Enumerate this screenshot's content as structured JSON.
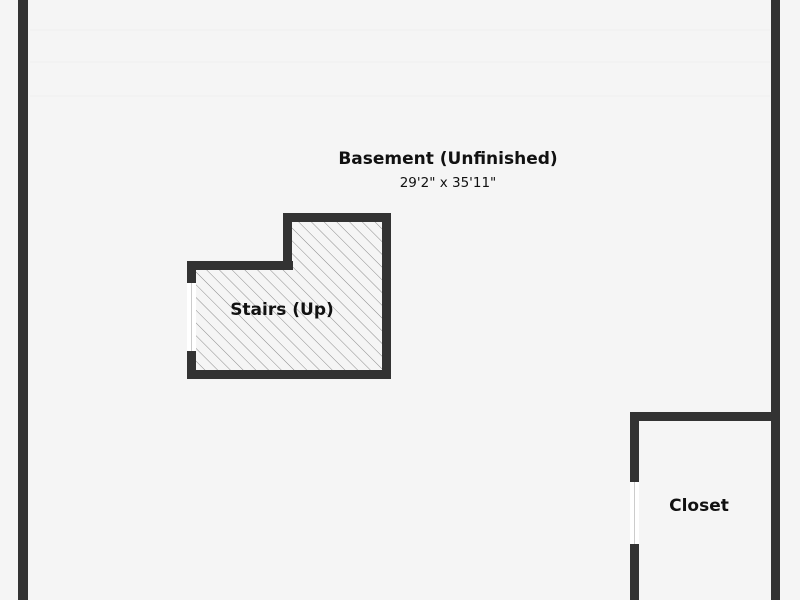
{
  "colors": {
    "background": "#f5f5f5",
    "wall": "#333333",
    "window": "#ffffff",
    "hatch": "#8c8c8c",
    "text": "#111111"
  },
  "rooms": {
    "basement": {
      "name": "Basement (Unfinished)",
      "dimensions": "29'2\" x 35'11\""
    },
    "stairs": {
      "name": "Stairs (Up)"
    },
    "closet": {
      "name": "Closet"
    }
  }
}
